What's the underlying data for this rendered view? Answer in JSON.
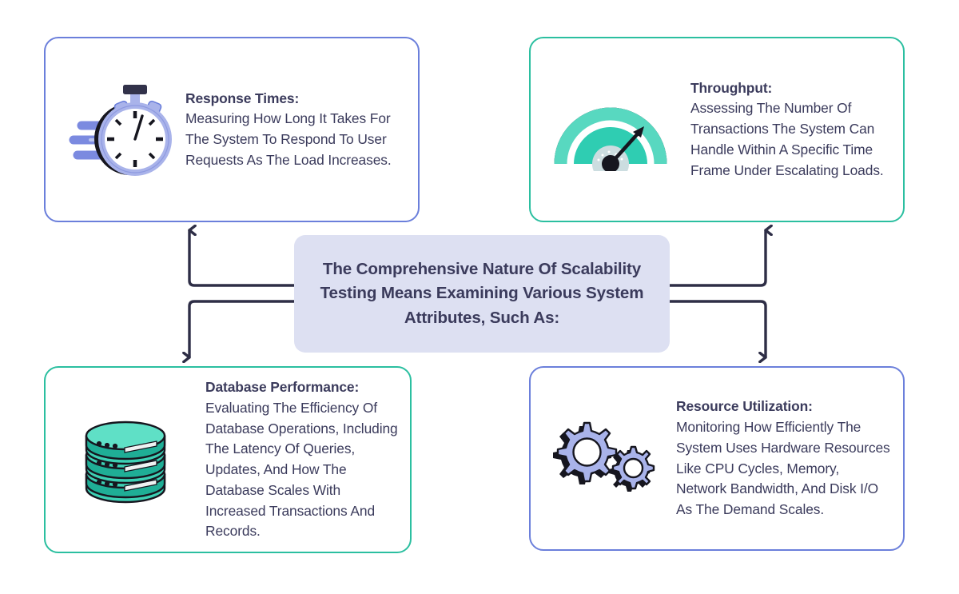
{
  "center": {
    "text": "The Comprehensive Nature Of Scalability Testing Means Examining Various System Attributes, Such As:",
    "bg_color": "#dde0f2",
    "text_color": "#3b3b5c"
  },
  "theme": {
    "periwinkle": "#6b7fdb",
    "teal": "#2bbfa0",
    "teal_fill": "#3dd0b4",
    "teal_dark": "#1fae96",
    "icon_periwinkle": "#9aa6e8",
    "navy": "#2e2e46",
    "text": "#3b3b5c",
    "background": "#ffffff"
  },
  "cards": [
    {
      "id": "response-times",
      "position": "top-left",
      "border_color": "#6b7fdb",
      "icon": "stopwatch-icon",
      "lead": "Response Times:",
      "body": "Measuring How Long It Takes For The System To Respond To User Requests As The Load Increases."
    },
    {
      "id": "throughput",
      "position": "top-right",
      "border_color": "#2bbfa0",
      "icon": "gauge-icon",
      "lead": "Throughput:",
      "body": "Assessing The Number Of Transactions The System Can Handle Within A Specific Time Frame Under Escalating Loads."
    },
    {
      "id": "database-performance",
      "position": "bottom-left",
      "border_color": "#2bbfa0",
      "icon": "database-icon",
      "lead": "Database Performance:",
      "body": "Evaluating The Efficiency Of Database Operations, Including The Latency Of Queries, Updates, And How The Database Scales With Increased Transactions And Records."
    },
    {
      "id": "resource-utilization",
      "position": "bottom-right",
      "border_color": "#6b7fdb",
      "icon": "gears-icon",
      "lead": "Resource Utilization:",
      "body": "Monitoring How Efficiently The System Uses Hardware Resources Like CPU Cycles, Memory, Network Bandwidth, And Disk I/O As The Demand Scales."
    }
  ],
  "connectors": [
    {
      "name": "connector-to-response-times",
      "direction": "up-left",
      "arrow": "up"
    },
    {
      "name": "connector-to-throughput",
      "direction": "up-right",
      "arrow": "up"
    },
    {
      "name": "connector-to-database-performance",
      "direction": "down-left",
      "arrow": "down"
    },
    {
      "name": "connector-to-resource-utilization",
      "direction": "down-right",
      "arrow": "down"
    }
  ]
}
